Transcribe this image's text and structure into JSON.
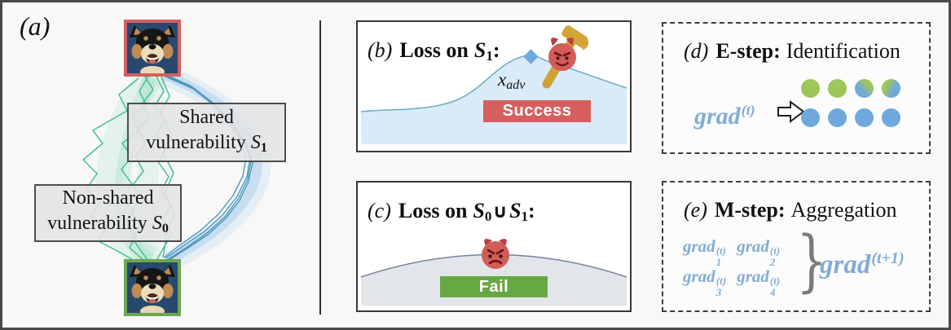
{
  "colors": {
    "success_red": "#d65f5f",
    "fail_green": "#68a843",
    "grad_blue": "#82abd8",
    "dot_green": "#9ec659",
    "dot_blue": "#6fa8dc",
    "trajectory_green": "#3cbd8b",
    "trajectory_blue": "#3d8fb8",
    "top_image_border": "#d45f5f",
    "bottom_image_border": "#6aa84f"
  },
  "panel_a": {
    "label": "(a)",
    "shared_box": {
      "line1": "Shared",
      "line2": "vulnerability",
      "set": "S",
      "sub": "1"
    },
    "nonshared_box": {
      "line1": "Non-shared",
      "line2": "vulnerability",
      "set": "S",
      "sub": "0"
    }
  },
  "panel_b": {
    "label": "(b)",
    "title": "Loss on",
    "set": "S",
    "set_sub": "1",
    "colon": ":",
    "point_base": "x",
    "point_sub": "adv",
    "badge": "Success"
  },
  "panel_c": {
    "label": "(c)",
    "title": "Loss on",
    "set0": "S",
    "sub0": "0",
    "union": "∪",
    "set1": "S",
    "sub1": "1",
    "colon": ":",
    "badge": "Fail"
  },
  "panel_d": {
    "label": "(d)",
    "step": "E-step:",
    "title": "Identification",
    "grad_base": "grad",
    "grad_sup": "(t)",
    "dots": {
      "top_row": [
        "green",
        "green",
        "green-blue",
        "green-blue"
      ],
      "bottom_row": [
        "blue",
        "blue",
        "blue",
        "blue"
      ]
    }
  },
  "panel_e": {
    "label": "(e)",
    "step": "M-step:",
    "title": "Aggregation",
    "grads": [
      {
        "base": "grad",
        "sub": "1",
        "sup": "(t)"
      },
      {
        "base": "grad",
        "sub": "2",
        "sup": "(t)"
      },
      {
        "base": "grad",
        "sub": "3",
        "sup": "(t)"
      },
      {
        "base": "grad",
        "sub": "4",
        "sup": "(t)"
      }
    ],
    "brace": "}",
    "result_base": "grad",
    "result_sup": "(t+1)"
  }
}
